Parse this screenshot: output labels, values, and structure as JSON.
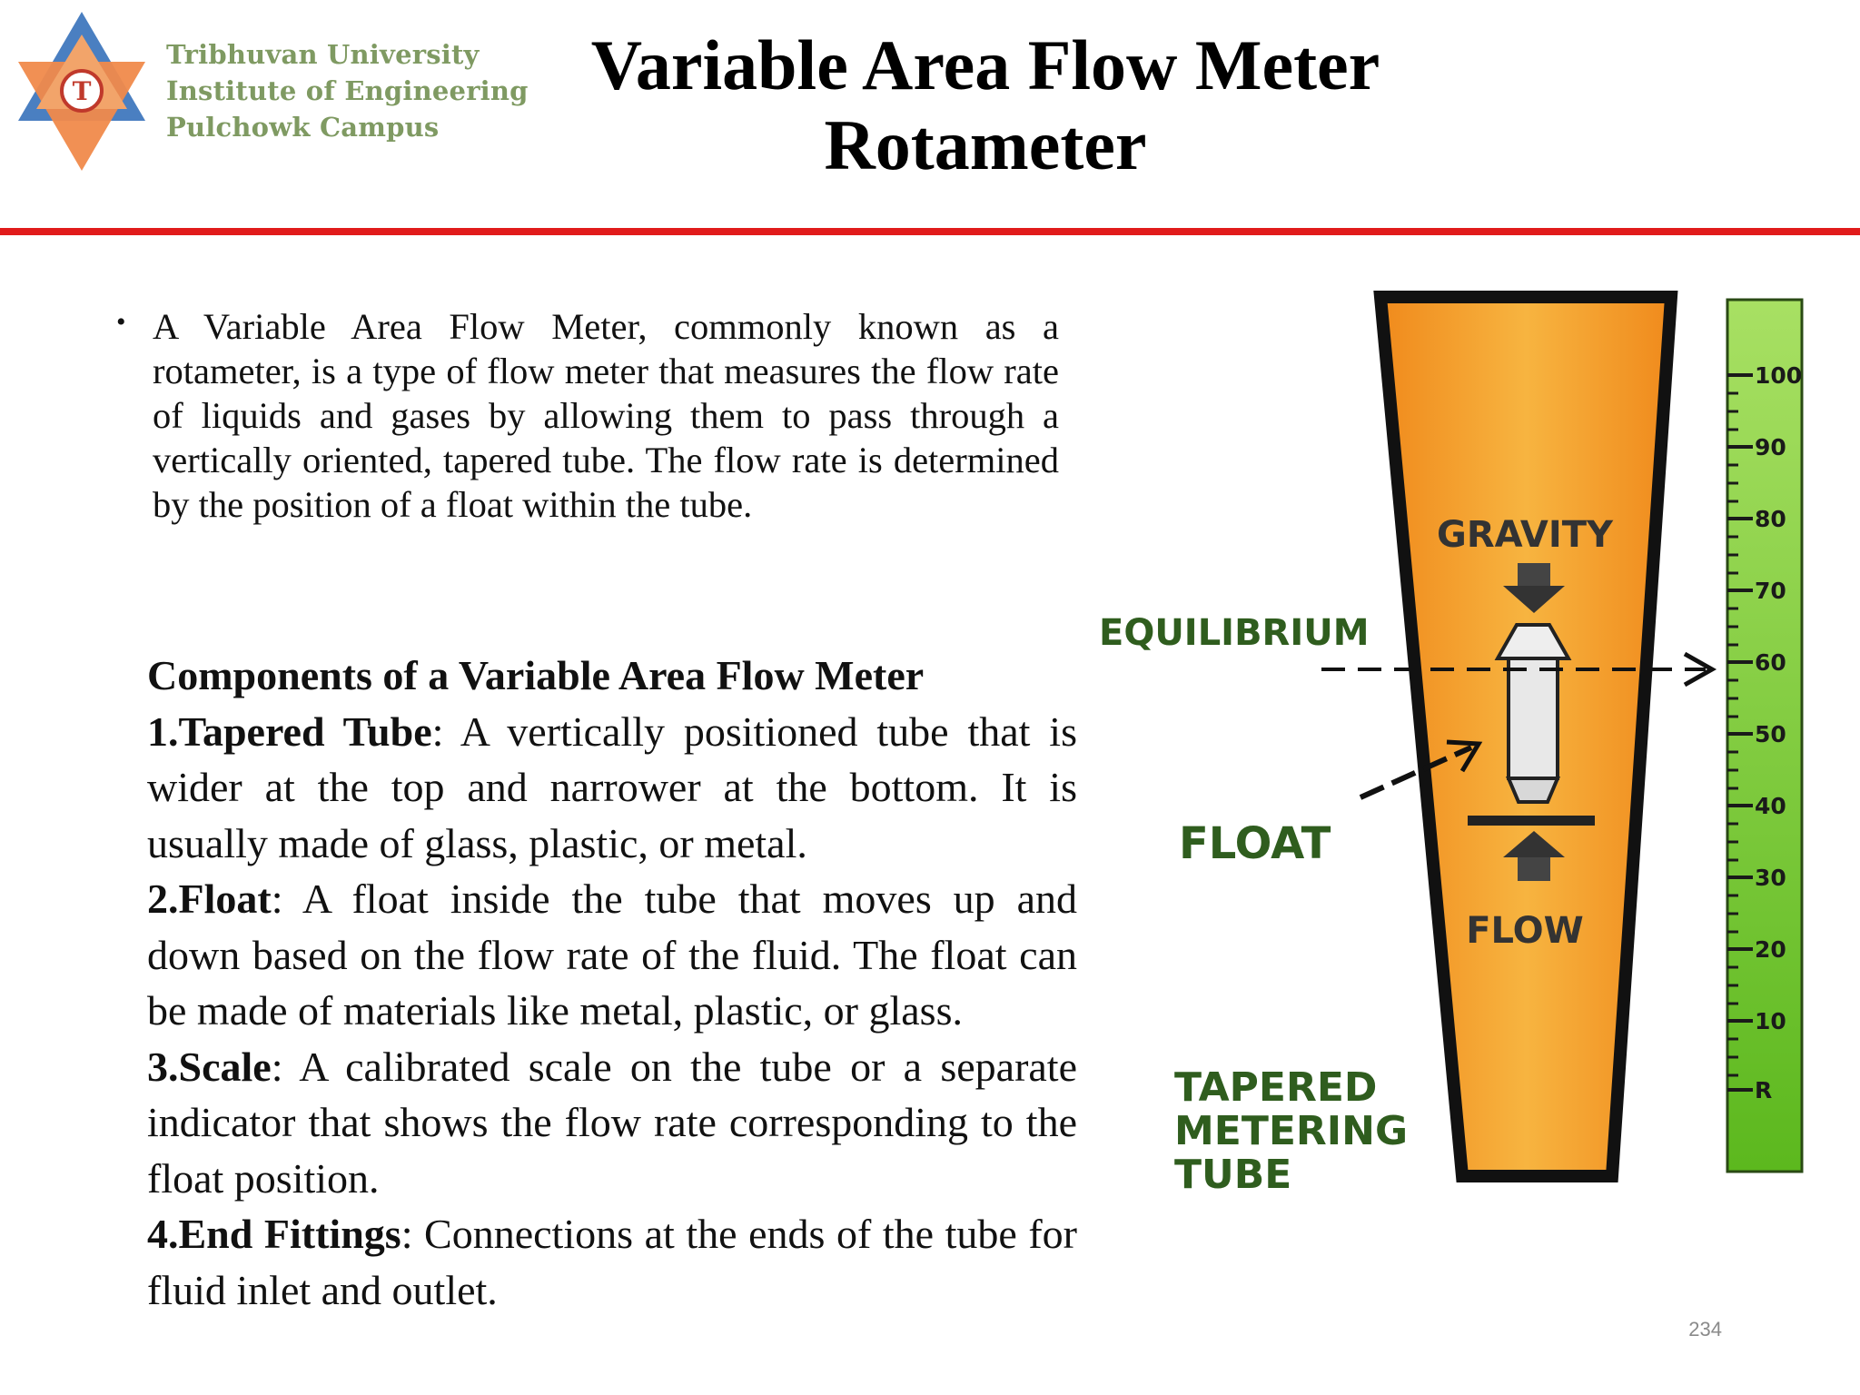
{
  "header": {
    "institution_lines": [
      "Tribhuvan University",
      "Institute of Engineering",
      "Pulchowk Campus"
    ],
    "logo_text": "T",
    "title_line1": "Variable Area Flow Meter",
    "title_line2": "Rotameter"
  },
  "intro": {
    "text": "A Variable Area Flow Meter, commonly known as a rotameter, is a type of flow meter that measures the flow rate of liquids and gases by allowing them to pass through a vertically oriented, tapered tube. The flow rate is determined by the position of a float within the tube."
  },
  "components": {
    "heading": "Components of a Variable Area Flow Meter",
    "items": [
      {
        "number": "1.",
        "term": "Tapered Tube",
        "desc": ": A vertically positioned tube that is wider at the top and narrower at the bottom. It is usually made of glass, plastic, or metal."
      },
      {
        "number": "2.",
        "term": "Float",
        "desc": ": A float inside the tube that moves up and down based on the flow rate of the fluid. The float can be made of materials like metal, plastic, or glass."
      },
      {
        "number": "3.",
        "term": "Scale",
        "desc": ": A calibrated scale on the tube or a separate indicator that shows the flow rate corresponding to the float position."
      },
      {
        "number": "4.",
        "term": "End Fittings",
        "desc": ": Connections at the ends of the tube for fluid inlet and outlet."
      }
    ]
  },
  "diagram": {
    "labels": {
      "gravity": "GRAVITY",
      "equilibrium": "EQUILIBRIUM",
      "float": "FLOAT",
      "flow": "FLOW",
      "tapered_1": "TAPERED",
      "tapered_2": "METERING",
      "tapered_3": "TUBE"
    },
    "scale_labels": [
      "100",
      "90",
      "80",
      "70",
      "60",
      "50",
      "40",
      "30",
      "20",
      "10",
      "R"
    ],
    "colors": {
      "tube_orange": "#f5a623",
      "scale_green": "#7ed321",
      "label_green": "#2f5d1e",
      "title_red_line": "#e11b1b"
    }
  },
  "footer": {
    "page_number": "234"
  }
}
